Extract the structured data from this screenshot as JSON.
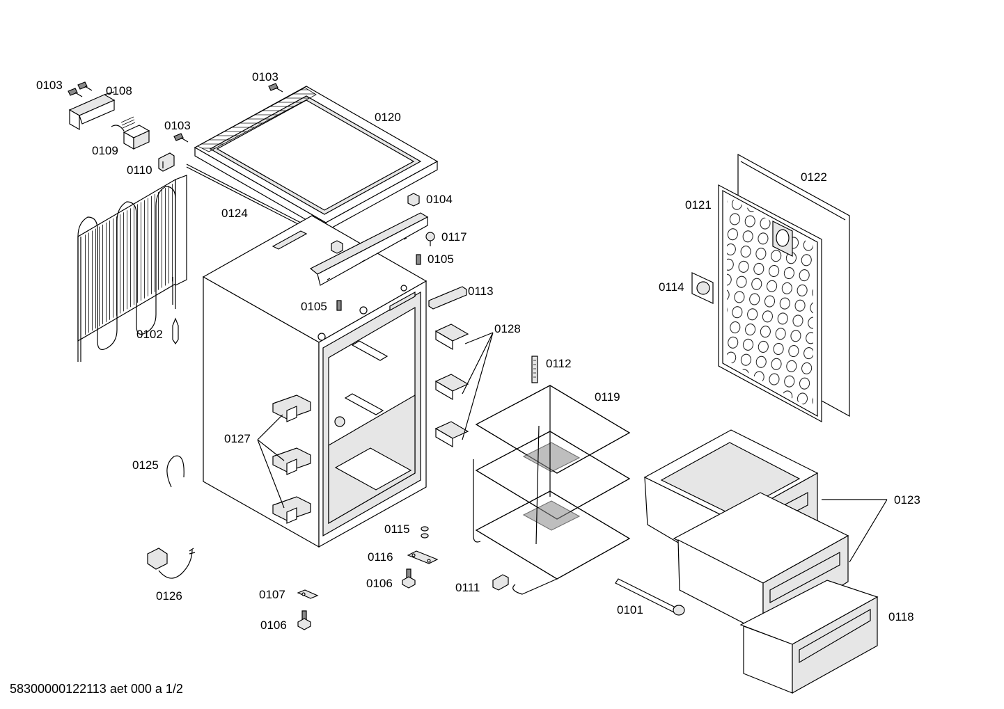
{
  "labels": {
    "p0103a": "0103",
    "p0108": "0108",
    "p0109": "0109",
    "p0103b": "0103",
    "p0110": "0110",
    "p0103c": "0103",
    "p0120": "0120",
    "p0124": "0124",
    "p0104": "0104",
    "p0117": "0117",
    "p0105a": "0105",
    "p0105b": "0105",
    "p0113": "0113",
    "p0102": "0102",
    "p0128": "0128",
    "p0112": "0112",
    "p0119": "0119",
    "p0122": "0122",
    "p0121": "0121",
    "p0114": "0114",
    "p0127": "0127",
    "p0125": "0125",
    "p0123": "0123",
    "p0115": "0115",
    "p0116": "0116",
    "p0106a": "0106",
    "p0111": "0111",
    "p0101": "0101",
    "p0118": "0118",
    "p0126": "0126",
    "p0107": "0107",
    "p0106b": "0106"
  },
  "footer": "58300000122113 aet 000 a 1/2"
}
